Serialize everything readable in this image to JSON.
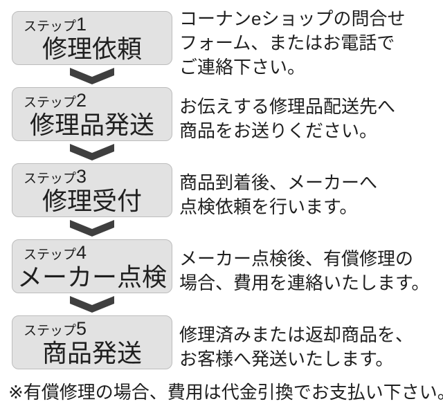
{
  "steps": [
    {
      "label": "ステップ",
      "number": "1",
      "title": "修理依頼",
      "description": "コーナンeショップの問合せ\nフォーム、またはお電話で\nご連絡下さい。"
    },
    {
      "label": "ステップ",
      "number": "2",
      "title": "修理品発送",
      "description": "お伝えする修理品配送先へ\n商品をお送りください。"
    },
    {
      "label": "ステップ",
      "number": "3",
      "title": "修理受付",
      "description": "商品到着後、メーカーへ\n点検依頼を行います。"
    },
    {
      "label": "ステップ",
      "number": "4",
      "title": "メーカー点検",
      "description": "メーカー点検後、有償修理の\n場合、費用を連絡いたします。"
    },
    {
      "label": "ステップ",
      "number": "5",
      "title": "商品発送",
      "description": "修理済みまたは返却商品を、\nお客様へ発送いたします。"
    }
  ],
  "footnote": "※有償修理の場合、費用は代金引換でお支払い下さい。",
  "icons": {
    "step_arrow": "chevron-down"
  },
  "colors": {
    "background": "#ffffff",
    "box_fill": "#e2e2e2",
    "box_border": "#bcbcbc",
    "arrow": "#3f3f3f",
    "text": "#1f1f1f"
  }
}
